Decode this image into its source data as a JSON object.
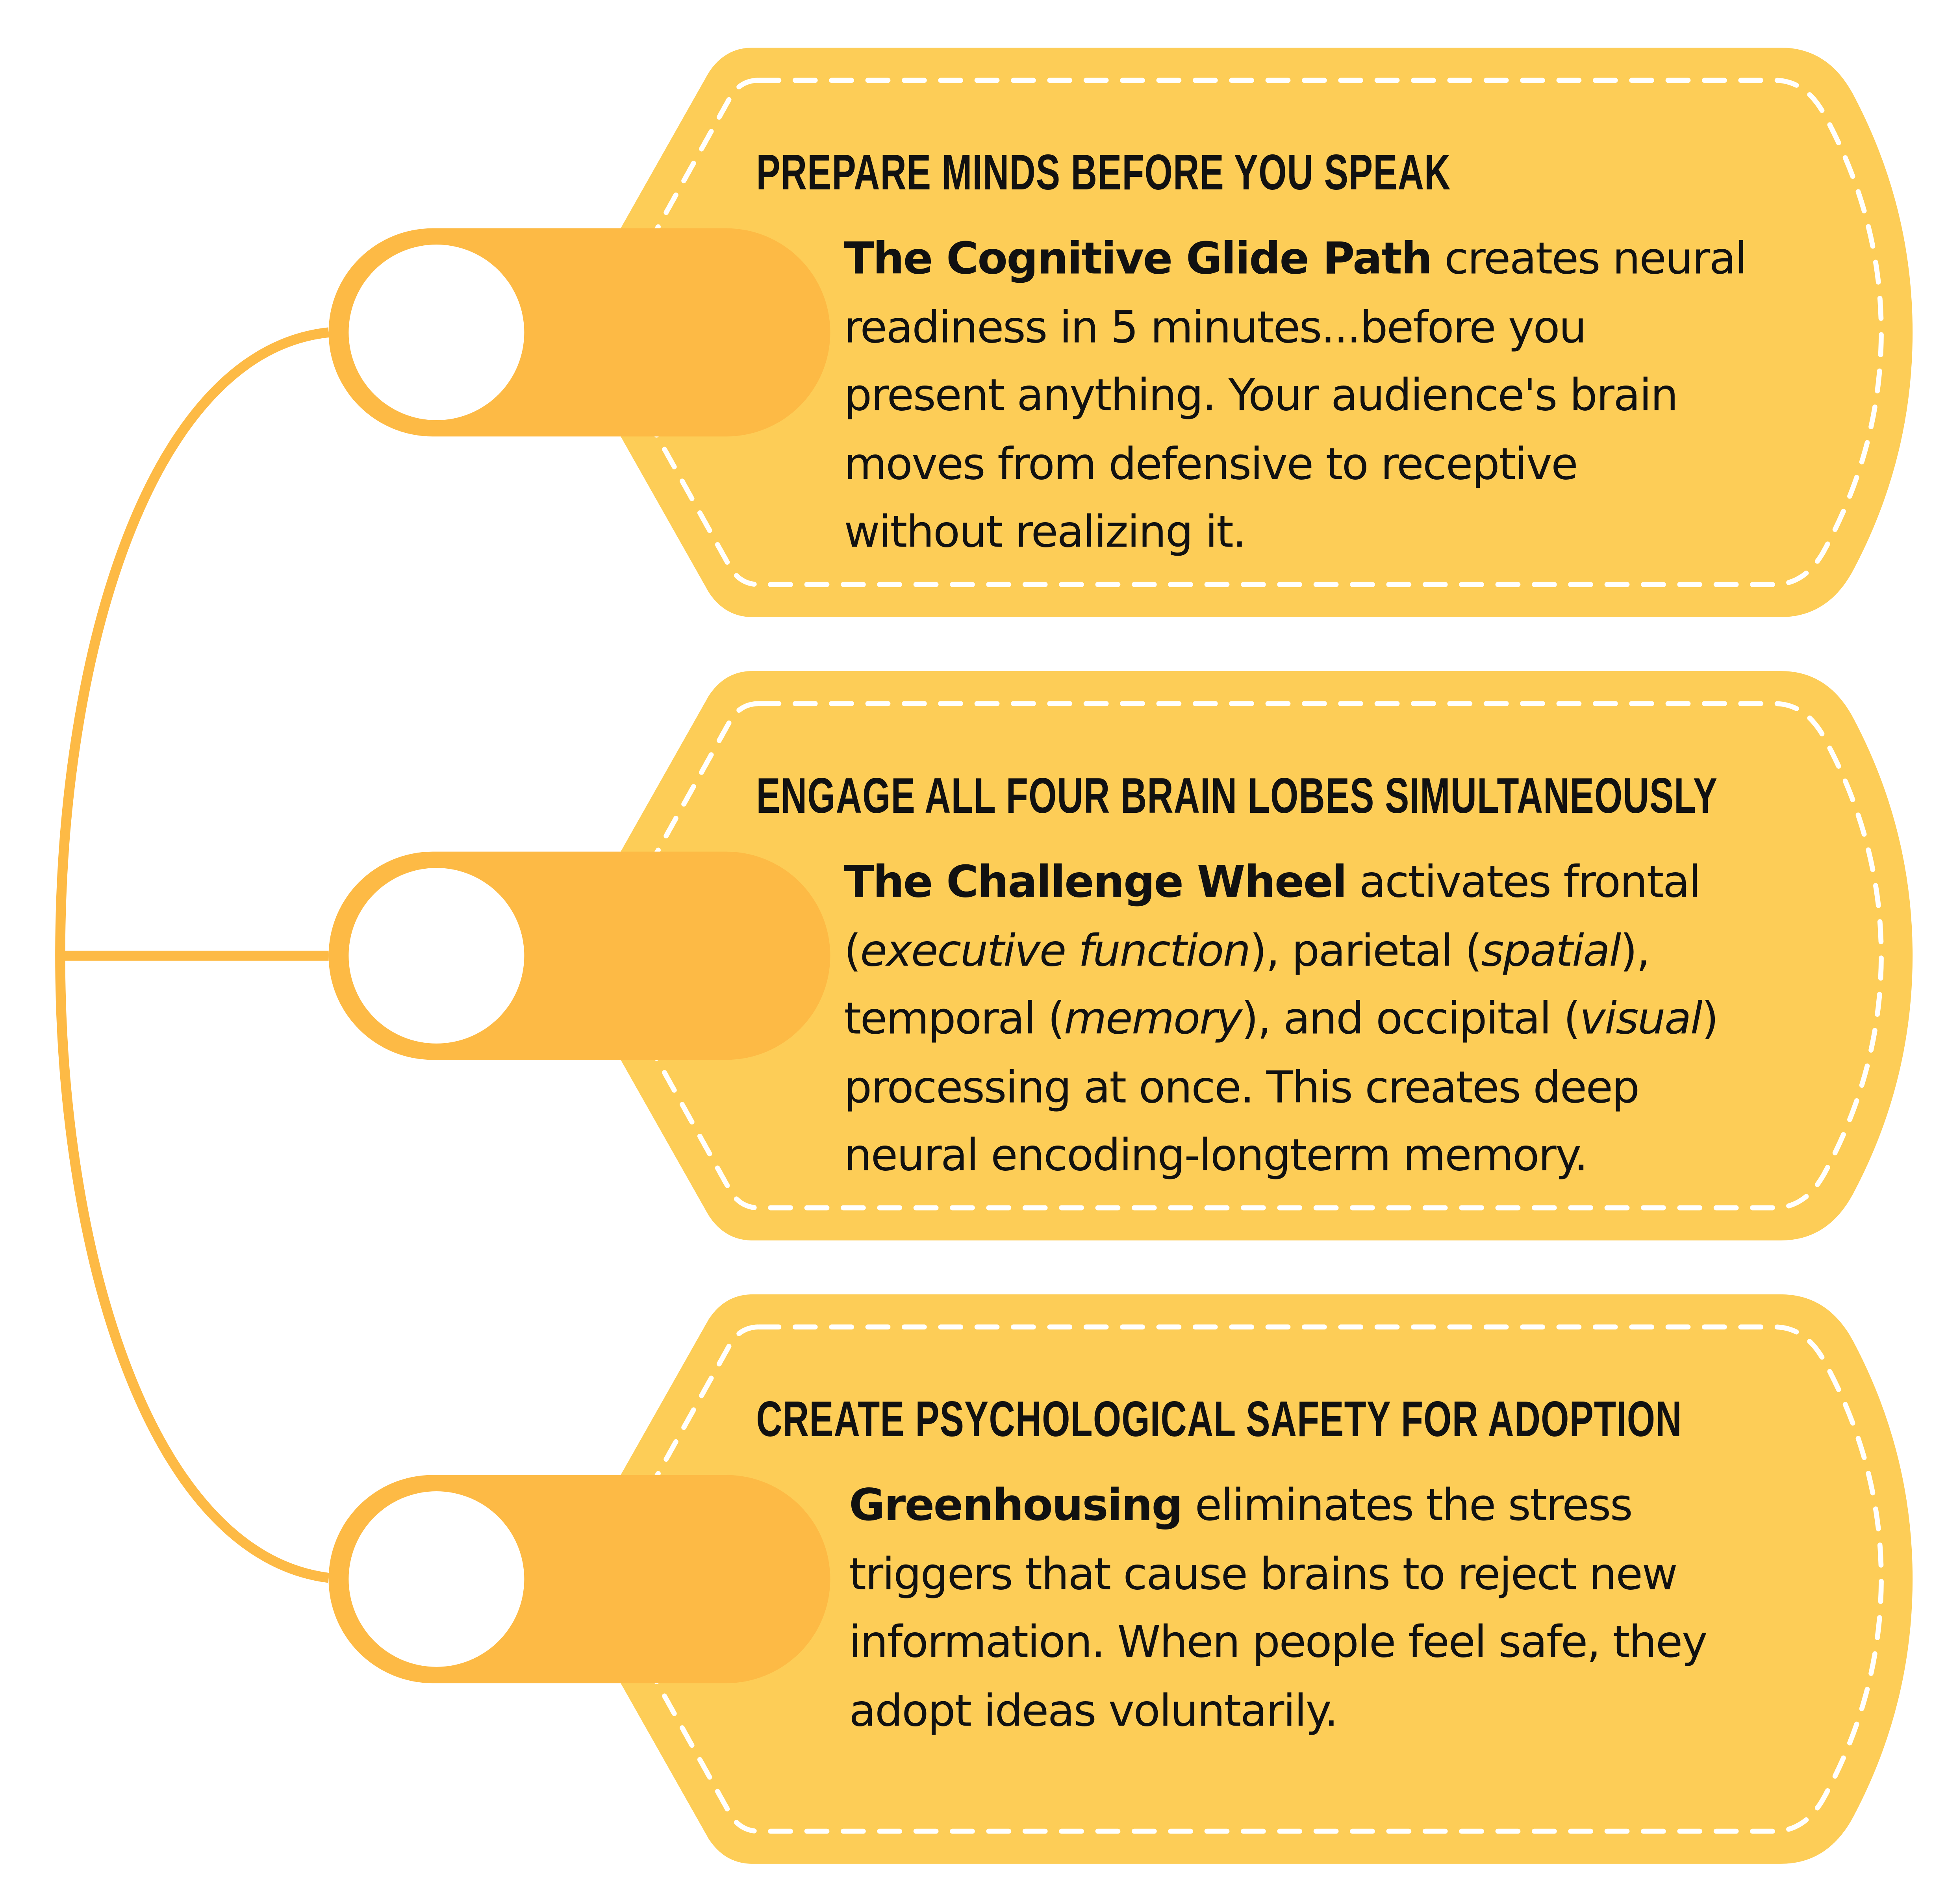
{
  "colors": {
    "card": "#FDCD57",
    "pill": "#FDBA45",
    "connector": "#FDBA45",
    "dash": "#FFFFFF",
    "text": "#111111"
  },
  "cards": [
    {
      "heading": "PREPARE MINDS BEFORE YOU SPEAK",
      "lines": [
        [
          {
            "t": "The Cognitive Glide Path",
            "s": "b"
          },
          {
            "t": " creates neural"
          }
        ],
        [
          {
            "t": "readiness in 5 minutes...before you"
          }
        ],
        [
          {
            "t": "present anything. Your audience's brain"
          }
        ],
        [
          {
            "t": "moves from defensive to receptive"
          }
        ],
        [
          {
            "t": "without realizing it."
          }
        ]
      ]
    },
    {
      "heading": "ENGAGE ALL FOUR BRAIN LOBES SIMULTANEOUSLY",
      "lines": [
        [
          {
            "t": "The Challenge Wheel",
            "s": "b"
          },
          {
            "t": " activates frontal"
          }
        ],
        [
          {
            "t": "("
          },
          {
            "t": "executive function",
            "s": "i"
          },
          {
            "t": "), parietal ("
          },
          {
            "t": "spatial",
            "s": "i"
          },
          {
            "t": "),"
          }
        ],
        [
          {
            "t": "temporal ("
          },
          {
            "t": "memory",
            "s": "i"
          },
          {
            "t": "), and occipital ("
          },
          {
            "t": "visual",
            "s": "i"
          },
          {
            "t": ")"
          }
        ],
        [
          {
            "t": "processing at once. This creates deep"
          }
        ],
        [
          {
            "t": "neural encoding-longterm memory."
          }
        ]
      ]
    },
    {
      "heading": "CREATE PSYCHOLOGICAL SAFETY FOR ADOPTION",
      "lines": [
        [
          {
            "t": "Greenhousing",
            "s": "b"
          },
          {
            "t": " eliminates the stress"
          }
        ],
        [
          {
            "t": "triggers that cause brains to reject new"
          }
        ],
        [
          {
            "t": "information. When people feel safe, they"
          }
        ],
        [
          {
            "t": "adopt ideas voluntarily."
          }
        ]
      ]
    }
  ]
}
